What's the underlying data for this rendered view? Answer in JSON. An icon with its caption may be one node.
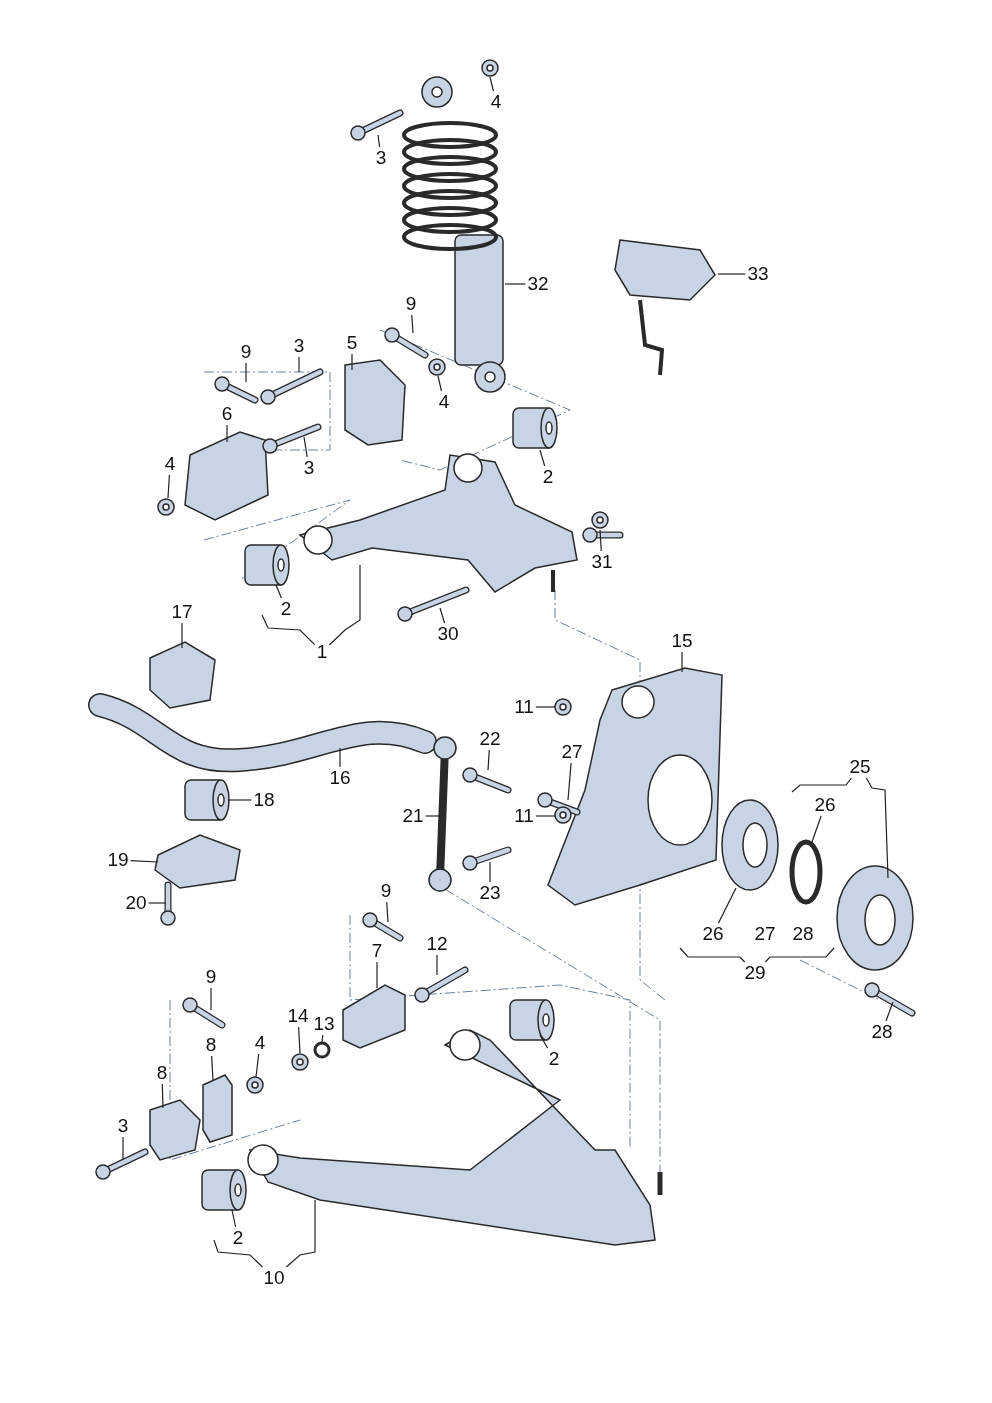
{
  "diagram": {
    "nodes": [
      {
        "text": [
          "4"
        ]
      },
      {
        "text": [
          "3"
        ]
      },
      {
        "text": [
          "32"
        ]
      },
      {
        "text": [
          "33"
        ]
      },
      {
        "text": [
          "9"
        ]
      },
      {
        "text": [
          "5"
        ]
      },
      {
        "text": [
          "9"
        ]
      },
      {
        "text": [
          "3"
        ]
      },
      {
        "text": [
          "4"
        ]
      },
      {
        "text": [
          "6"
        ]
      },
      {
        "text": [
          "4"
        ]
      },
      {
        "text": [
          "3"
        ]
      },
      {
        "text": [
          "2"
        ]
      },
      {
        "text": [
          "31"
        ]
      },
      {
        "text": [
          "2"
        ]
      },
      {
        "text": [
          "30"
        ]
      },
      {
        "text": [
          "1"
        ]
      },
      {
        "text": [
          "17"
        ]
      },
      {
        "text": [
          "15"
        ]
      },
      {
        "text": [
          "11"
        ]
      },
      {
        "text": [
          "22"
        ]
      },
      {
        "text": [
          "27"
        ]
      },
      {
        "text": [
          "16"
        ]
      },
      {
        "text": [
          "18"
        ]
      },
      {
        "text": [
          "21"
        ]
      },
      {
        "text": [
          "11"
        ]
      },
      {
        "text": [
          "25"
        ]
      },
      {
        "text": [
          "26"
        ]
      },
      {
        "text": [
          "19"
        ]
      },
      {
        "text": [
          "20"
        ]
      },
      {
        "text": [
          "23"
        ]
      },
      {
        "text": [
          "9"
        ]
      },
      {
        "text": [
          "12"
        ]
      },
      {
        "text": [
          "7"
        ]
      },
      {
        "text": [
          "26"
        ]
      },
      {
        "text": [
          "29"
        ]
      },
      {
        "text": [
          "9"
        ]
      },
      {
        "text": [
          "28"
        ]
      },
      {
        "text": [
          "14"
        ]
      },
      {
        "text": [
          "13"
        ]
      },
      {
        "text": [
          "8"
        ]
      },
      {
        "text": [
          "4"
        ]
      },
      {
        "text": [
          "8"
        ]
      },
      {
        "text": [
          "3"
        ]
      },
      {
        "text": [
          "2"
        ]
      },
      {
        "text": [
          "2"
        ]
      },
      {
        "text": [
          "10"
        ]
      },
      {
        "text": [
          "27"
        ]
      },
      {
        "text": [
          "28"
        ]
      }
    ],
    "edges": [
      {
        "from": 0,
        "to": null,
        "arrow": "none"
      },
      {
        "from": 1,
        "to": null,
        "arrow": "none"
      },
      {
        "from": 2,
        "to": null,
        "arrow": "none"
      },
      {
        "from": 3,
        "to": null,
        "arrow": "none"
      },
      {
        "from": 4,
        "to": null,
        "arrow": "none"
      },
      {
        "from": 5,
        "to": null,
        "arrow": "none"
      },
      {
        "from": 6,
        "to": null,
        "arrow": "none"
      },
      {
        "from": 7,
        "to": null,
        "arrow": "none"
      },
      {
        "from": 8,
        "to": null,
        "arrow": "none"
      },
      {
        "from": 9,
        "to": null,
        "arrow": "none"
      },
      {
        "from": 10,
        "to": null,
        "arrow": "none"
      },
      {
        "from": 11,
        "to": null,
        "arrow": "none"
      },
      {
        "from": 12,
        "to": null,
        "arrow": "none"
      },
      {
        "from": 13,
        "to": null,
        "arrow": "none"
      },
      {
        "from": 14,
        "to": null,
        "arrow": "none"
      },
      {
        "from": 15,
        "to": null,
        "arrow": "none"
      },
      {
        "from": 16,
        "to": null,
        "arrow": "none"
      },
      {
        "from": 16,
        "to": null,
        "arrow": "none"
      },
      {
        "from": 17,
        "to": null,
        "arrow": "none"
      },
      {
        "from": 18,
        "to": null,
        "arrow": "none"
      },
      {
        "from": 19,
        "to": null,
        "arrow": "none"
      },
      {
        "from": 20,
        "to": null,
        "arrow": "none"
      },
      {
        "from": 21,
        "to": null,
        "arrow": "none"
      },
      {
        "from": 22,
        "to": null,
        "arrow": "none"
      },
      {
        "from": 23,
        "to": null,
        "arrow": "none"
      },
      {
        "from": 24,
        "to": null,
        "arrow": "none"
      },
      {
        "from": 25,
        "to": null,
        "arrow": "none"
      },
      {
        "from": 26,
        "to": null,
        "arrow": "none"
      },
      {
        "from": 26,
        "to": null,
        "arrow": "none"
      },
      {
        "from": 27,
        "to": null,
        "arrow": "none"
      },
      {
        "from": 28,
        "to": null,
        "arrow": "none"
      },
      {
        "from": 29,
        "to": null,
        "arrow": "none"
      },
      {
        "from": 30,
        "to": null,
        "arrow": "none"
      },
      {
        "from": 31,
        "to": null,
        "arrow": "none"
      },
      {
        "from": 32,
        "to": null,
        "arrow": "none"
      },
      {
        "from": 33,
        "to": null,
        "arrow": "none"
      },
      {
        "from": 34,
        "to": null,
        "arrow": "none"
      },
      {
        "from": 35,
        "to": null,
        "arrow": "none"
      },
      {
        "from": 35,
        "to": null,
        "arrow": "none"
      },
      {
        "from": 36,
        "to": null,
        "arrow": "none"
      },
      {
        "from": 37,
        "to": null,
        "arrow": "none"
      },
      {
        "from": 38,
        "to": null,
        "arrow": "none"
      },
      {
        "from": 39,
        "to": null,
        "arrow": "none"
      },
      {
        "from": 40,
        "to": null,
        "arrow": "none"
      },
      {
        "from": 41,
        "to": null,
        "arrow": "none"
      },
      {
        "from": 42,
        "to": null,
        "arrow": "none"
      },
      {
        "from": 43,
        "to": null,
        "arrow": "none"
      },
      {
        "from": 44,
        "to": null,
        "arrow": "none"
      },
      {
        "from": 45,
        "to": null,
        "arrow": "none"
      },
      {
        "from": 46,
        "to": null,
        "arrow": "none"
      },
      {
        "from": 46,
        "to": null,
        "arrow": "none"
      }
    ]
  }
}
